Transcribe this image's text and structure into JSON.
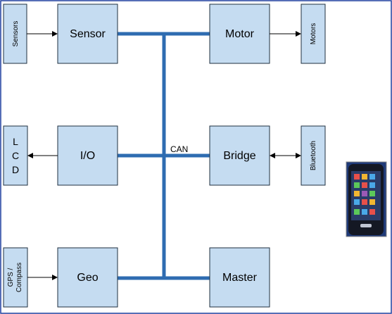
{
  "nodes": {
    "sensor": "Sensor",
    "motor": "Motor",
    "io": "I/O",
    "bridge": "Bridge",
    "geo": "Geo",
    "master": "Master"
  },
  "peripherals": {
    "sensors": "Sensors",
    "motors": "Motors",
    "lcd": [
      "L",
      "C",
      "D"
    ],
    "bluetooth": "Bluetooth",
    "gps_line1": "GPS /",
    "gps_line2": "Compass"
  },
  "bus_label": "CAN",
  "colors": {
    "box_fill": "#c5dcf1",
    "bus": "#2e6cb1",
    "border": "#1f3f9f"
  },
  "phone_icon": "smartphone-icon"
}
